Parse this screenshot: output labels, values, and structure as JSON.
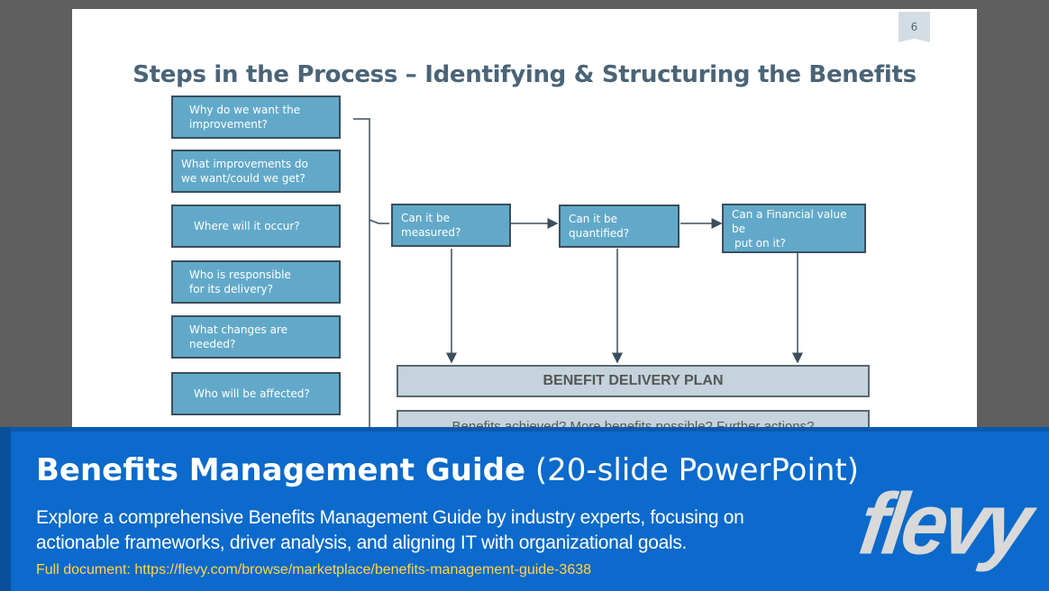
{
  "slide": {
    "page_number": "6",
    "title": "Steps in the Process – Identifying & Structuring the Benefits",
    "questions": [
      {
        "line1": "Why do we want the",
        "line2": "improvement?"
      },
      {
        "line1": "What improvements do",
        "line2": "we want/could we get?"
      },
      {
        "line1": "Where will it occur?",
        "line2": ""
      },
      {
        "line1": "Who is responsible",
        "line2": "for its delivery?"
      },
      {
        "line1": "What changes are",
        "line2": "needed?"
      },
      {
        "line1": "Who will be affected?",
        "line2": ""
      }
    ],
    "flow": [
      {
        "line1": "Can it be measured?",
        "line2": ""
      },
      {
        "line1": "Can it be quantified?",
        "line2": ""
      },
      {
        "line1": "Can a Financial value be",
        "line2": "put on it?"
      }
    ],
    "plan_label": "BENEFIT DELIVERY PLAN",
    "followup_label": "Benefits achieved? More benefits possible? Further actions?"
  },
  "banner": {
    "title_bold": "Benefits Management Guide",
    "title_light": "(20-slide PowerPoint)",
    "description_line1": "Explore a comprehensive Benefits Management Guide by industry experts, focusing on",
    "description_line2": "actionable frameworks, driver analysis, and aligning IT with organizational goals.",
    "link_text": "Full document: https://flevy.com/browse/marketplace/benefits-management-guide-3638",
    "logo_text": "flevy"
  },
  "colors": {
    "box_fill": "#62a9c9",
    "box_border": "#3b4e5c",
    "title": "#4a6478",
    "plan_fill": "#c4d3dc",
    "banner": "#0b6acb",
    "link": "#ffd54a"
  }
}
